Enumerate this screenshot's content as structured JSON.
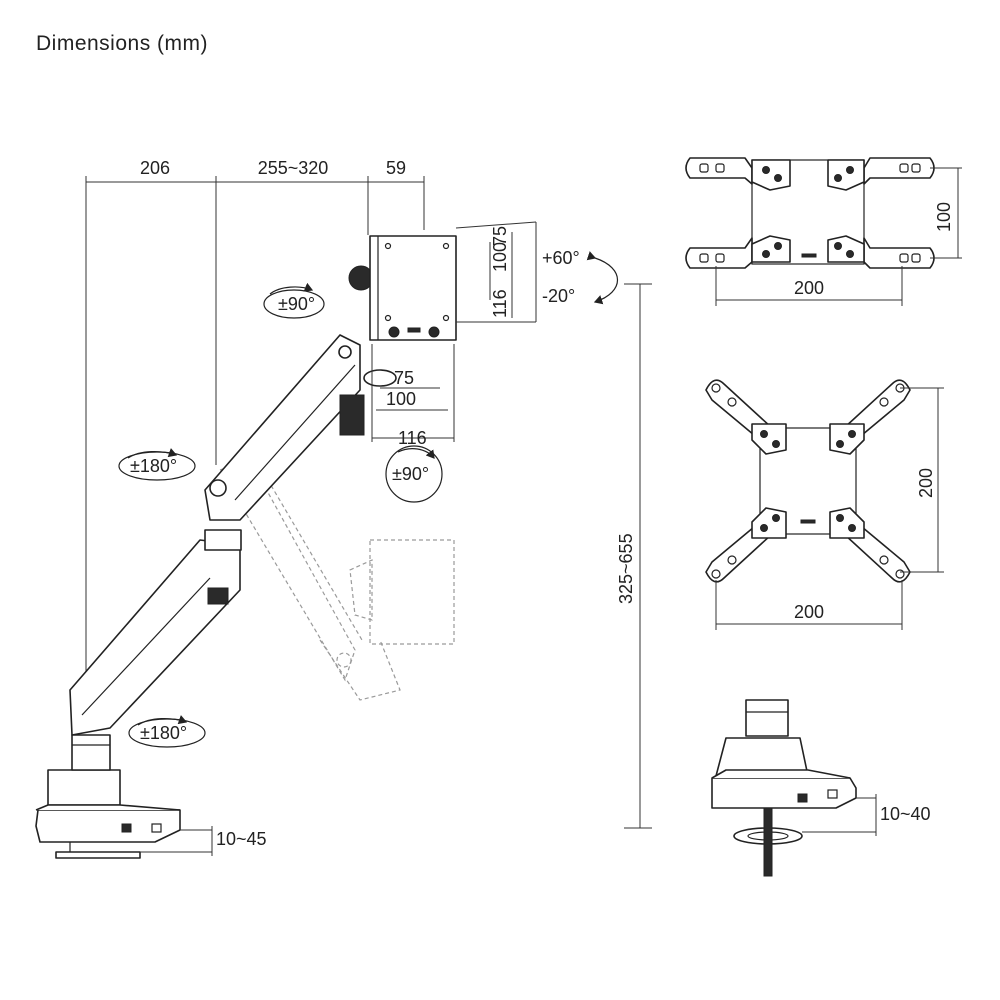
{
  "title": "Dimensions (mm)",
  "side_view": {
    "dim_arm_base": "206",
    "dim_arm_reach": "255~320",
    "dim_plate_depth": "59",
    "dim_plate_height_1": "116",
    "dim_plate_height_2": "100",
    "dim_plate_height_3": "75",
    "dim_plate_width_1": "75",
    "dim_plate_width_2": "100",
    "dim_plate_width_3": "116",
    "tilt_up": "+60°",
    "tilt_down": "-20°",
    "rotation_head": "±90°",
    "rotation_swivel": "±90°",
    "rotation_elbow": "±180°",
    "rotation_base": "±180°",
    "height_range": "325~655",
    "clamp_range": "10~45"
  },
  "vesa_100": {
    "height": "100",
    "width": "200"
  },
  "vesa_200": {
    "height": "200",
    "width": "200"
  },
  "grommet": {
    "range": "10~40"
  }
}
